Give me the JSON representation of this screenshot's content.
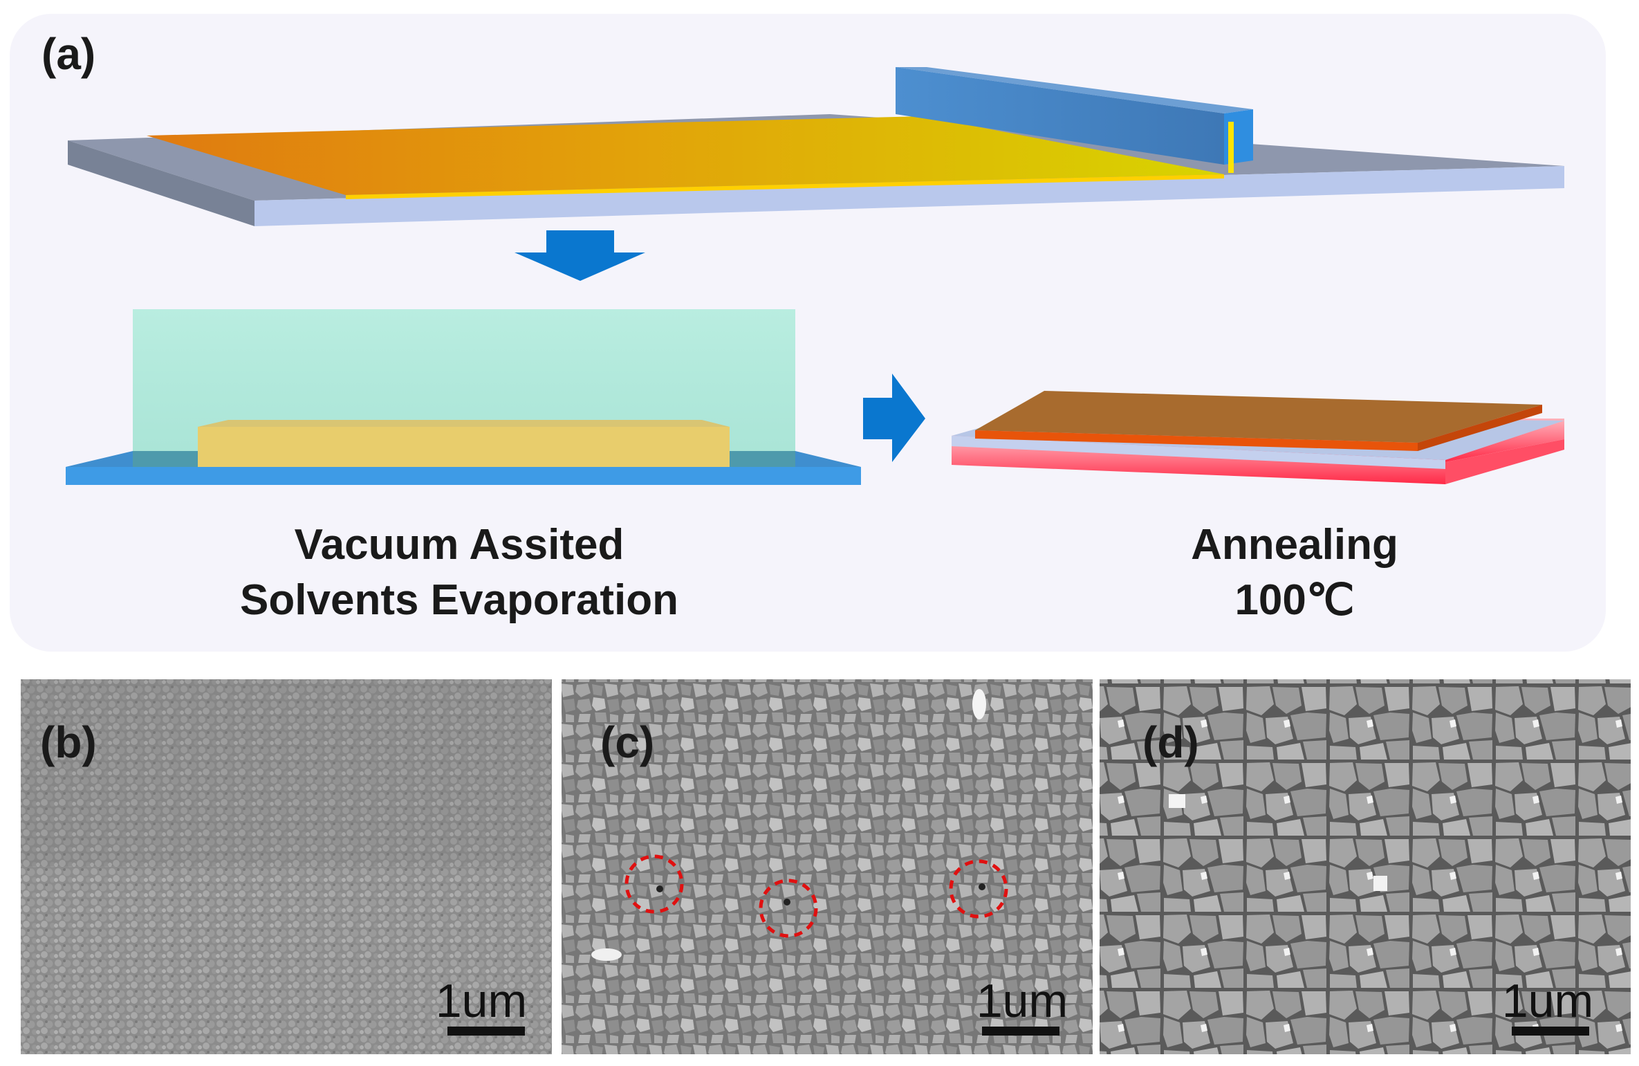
{
  "panel_a": {
    "label": "(a)",
    "vacuum_caption_line1": "Vacuum Assited",
    "vacuum_caption_line2": "Solvents Evaporation",
    "annealing_caption_line1": "Annealing",
    "annealing_caption_line2": "100℃"
  },
  "sem_panels": [
    {
      "label": "(b)",
      "scale_text": "1um",
      "grain": "fine"
    },
    {
      "label": "(c)",
      "scale_text": "1um",
      "grain": "medium-with-pinholes"
    },
    {
      "label": "(d)",
      "scale_text": "1um",
      "grain": "large"
    }
  ],
  "colors": {
    "panel_bg": "#f5f4fb",
    "blade": "#4a86c4",
    "arrow": "#0a77cf",
    "vacuum_chamber": "#bdeee0",
    "film_yellow": "#e8cd6c",
    "substrate_blue": "#3e9be6",
    "annealed_film": "#a86b2e",
    "heat_red": "#ff3550",
    "pinhole_circle": "#e01010"
  }
}
